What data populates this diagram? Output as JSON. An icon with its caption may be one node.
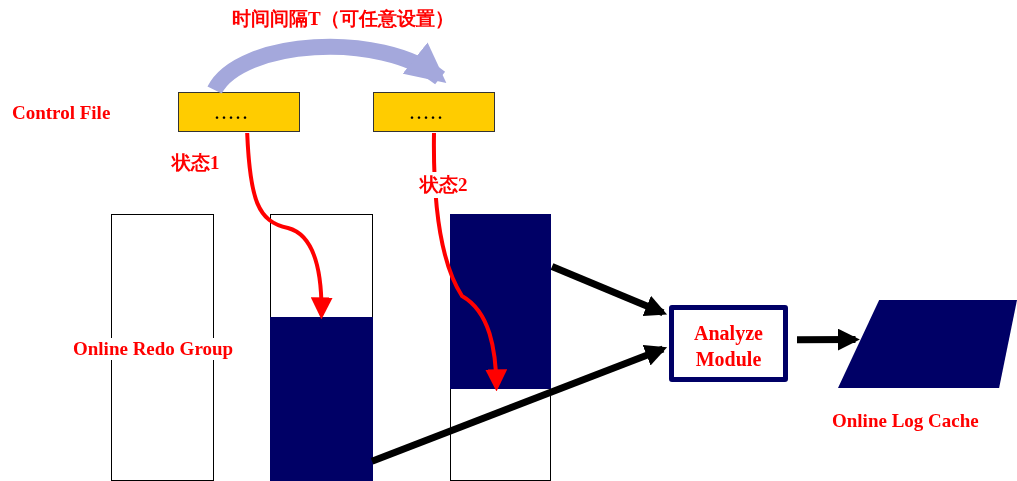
{
  "diagram": {
    "nodes": [
      {
        "text": [
          "....."
        ],
        "beside": [
          "Control File"
        ]
      },
      {
        "text": [
          "....."
        ]
      },
      {
        "text": [],
        "shape": "box"
      },
      {
        "text": [],
        "shape": "box"
      },
      {
        "text": [],
        "shape": "box",
        "in": 3
      },
      {
        "text": [],
        "shape": "box"
      },
      {
        "text": [],
        "shape": "box",
        "in": 5
      },
      {
        "text": [
          "Analyze Module"
        ]
      },
      {
        "text": [],
        "shape": "parallelogram",
        "beside": [
          "Online Log Cache"
        ]
      }
    ],
    "edges": [
      {
        "from": 0,
        "to": 1,
        "arrow": "to",
        "label": "时间间隔T（可任意设置）",
        "style": "thick",
        "color": "#a4a8dc"
      },
      {
        "from": 0,
        "to": 4,
        "arrow": "to",
        "label": "状态1",
        "color": "#ff0000"
      },
      {
        "from": 1,
        "to": 6,
        "arrow": "to",
        "label": "状态2",
        "color": "#ff0000"
      },
      {
        "from": 6,
        "to": 7,
        "arrow": "to"
      },
      {
        "from": 4,
        "to": 7,
        "arrow": "to"
      },
      {
        "from": 7,
        "to": 8,
        "arrow": "to"
      }
    ],
    "labels": [
      "Online Redo Group"
    ]
  }
}
